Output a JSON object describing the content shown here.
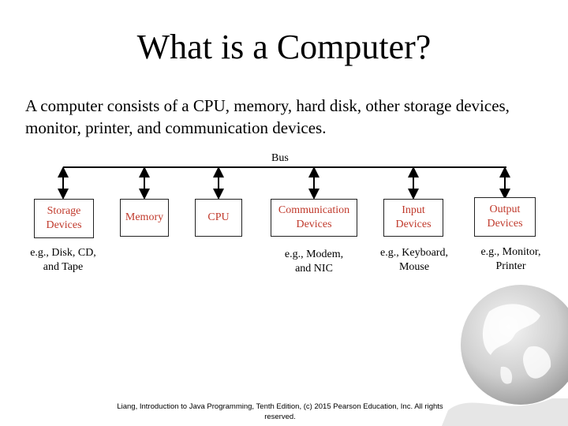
{
  "slide": {
    "title": "What is a Computer?",
    "body": "A computer consists of a CPU, memory, hard disk, other storage devices, monitor, printer, and communication devices."
  },
  "diagram": {
    "bus_label": "Bus",
    "components": [
      {
        "label": "Storage\nDevices",
        "example": "e.g., Disk, CD,\nand Tape"
      },
      {
        "label": "Memory",
        "example": ""
      },
      {
        "label": "CPU",
        "example": ""
      },
      {
        "label": "Communication\nDevices",
        "example": "e.g., Modem,\nand NIC"
      },
      {
        "label": "Input\nDevices",
        "example": "e.g., Keyboard,\nMouse"
      },
      {
        "label": "Output\nDevices",
        "example": "e.g., Monitor,\nPrinter"
      }
    ]
  },
  "footer": {
    "citation": "Liang, Introduction to Java Programming, Tenth Edition, (c) 2015 Pearson Education, Inc. All rights reserved."
  },
  "decor": {
    "globe_icon": "globe-icon",
    "box_text_color": "#c0392b"
  }
}
